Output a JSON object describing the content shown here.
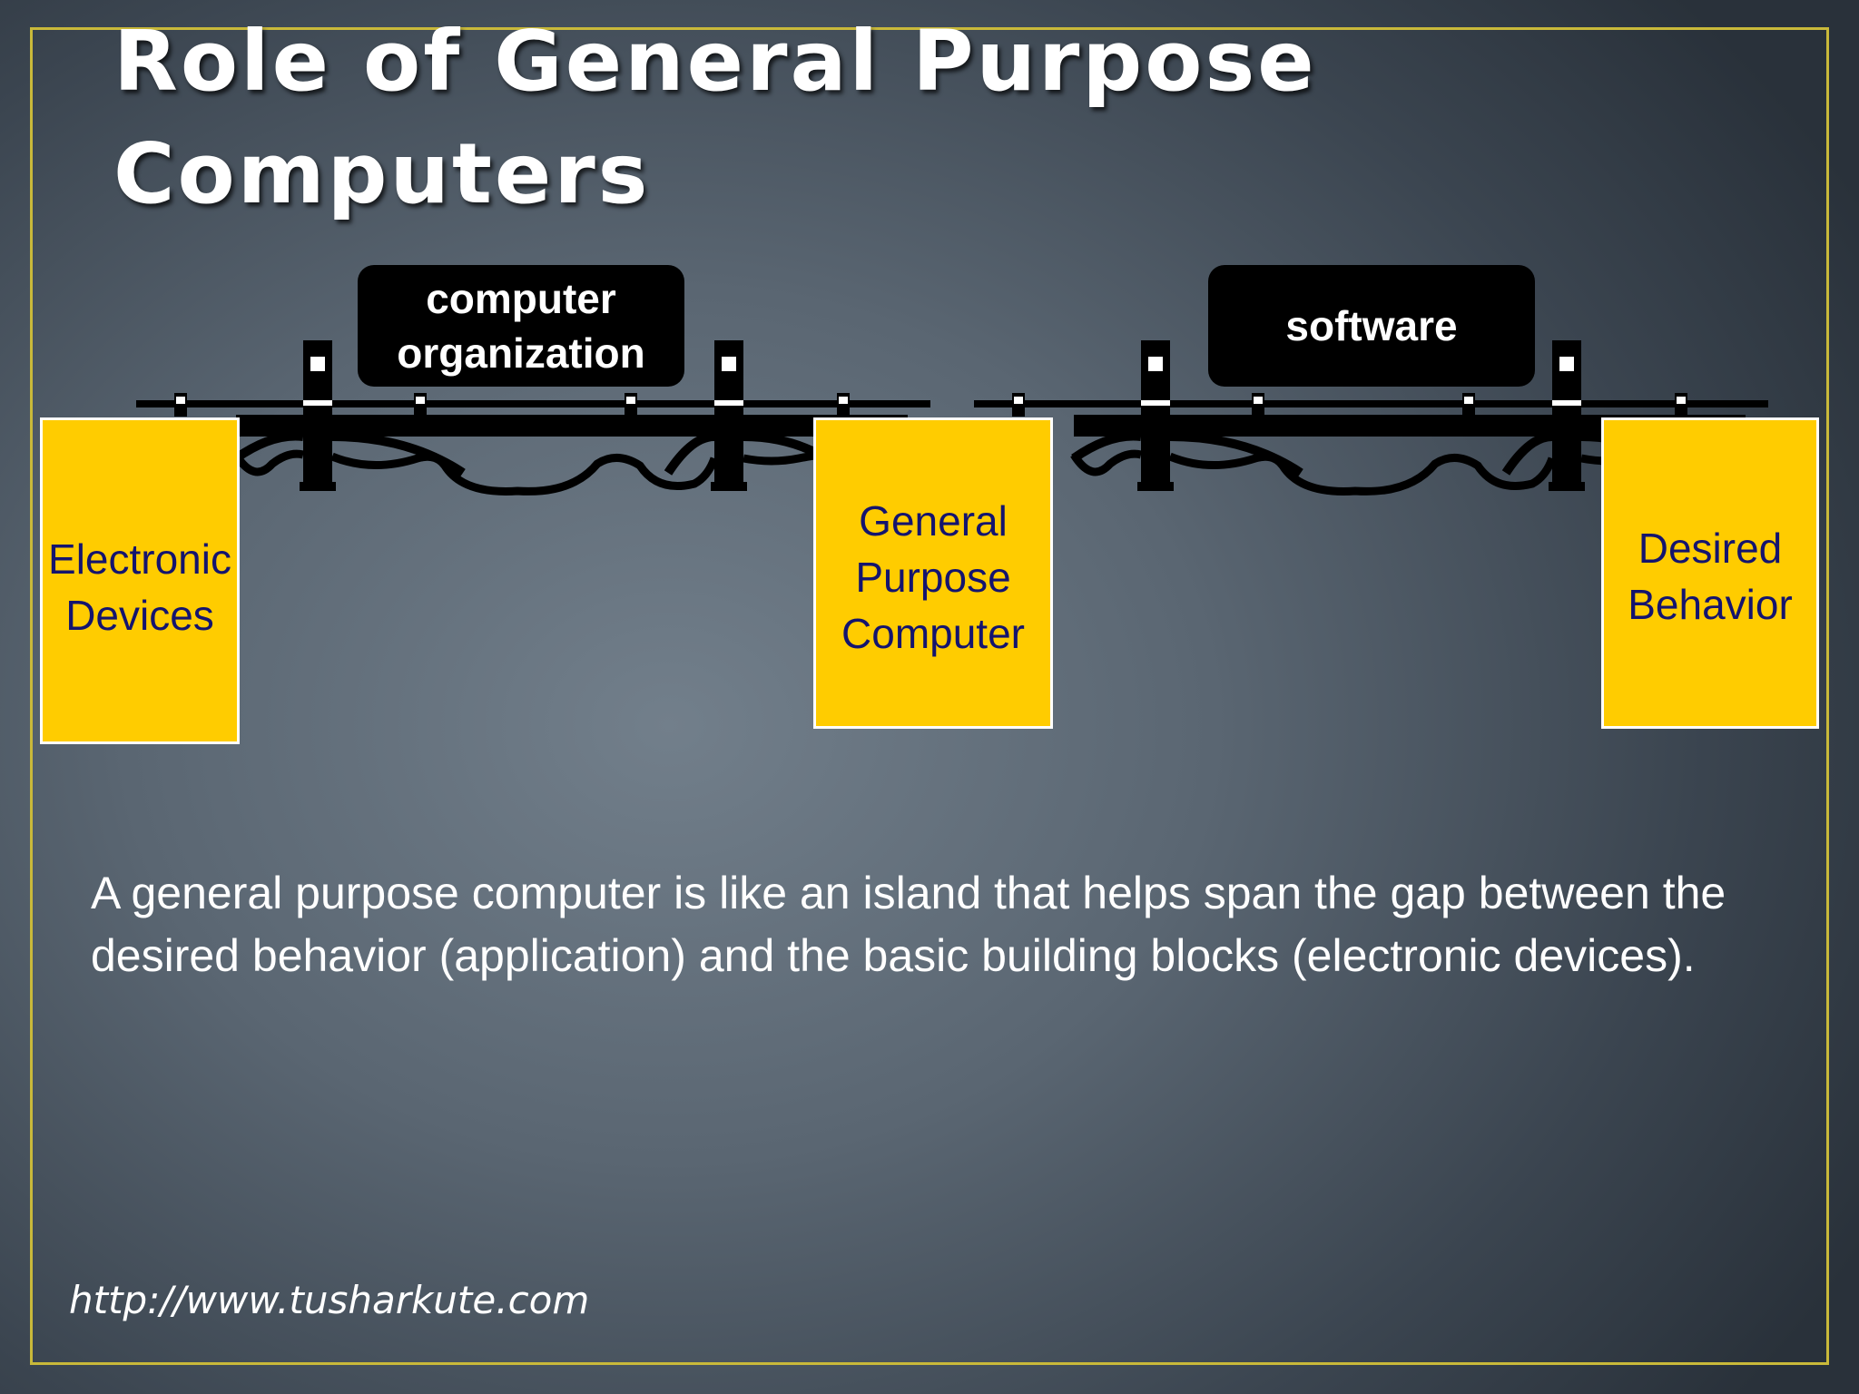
{
  "slide": {
    "title_line1": "Role of General Purpose",
    "title_line2": "Computers",
    "labels": {
      "organization_line1": "computer",
      "organization_line2": "organization",
      "software": "software"
    },
    "islands": {
      "electronic_line1": "Electronic",
      "electronic_line2": "Devices",
      "gpc_line1": "General",
      "gpc_line2": "Purpose",
      "gpc_line3": "Computer",
      "desired_line1": "Desired",
      "desired_line2": "Behavior"
    },
    "description": "A general purpose computer is like an island that helps span the gap between the desired behavior (application) and the basic building blocks (electronic devices).",
    "url": "http://www.tusharkute.com"
  },
  "colors": {
    "island_fill": "#ffcc00",
    "island_text": "#14146e",
    "frame": "#c9b93a",
    "bridge": "#000000"
  },
  "icons": [
    "bridge-icon",
    "bridge-icon"
  ]
}
